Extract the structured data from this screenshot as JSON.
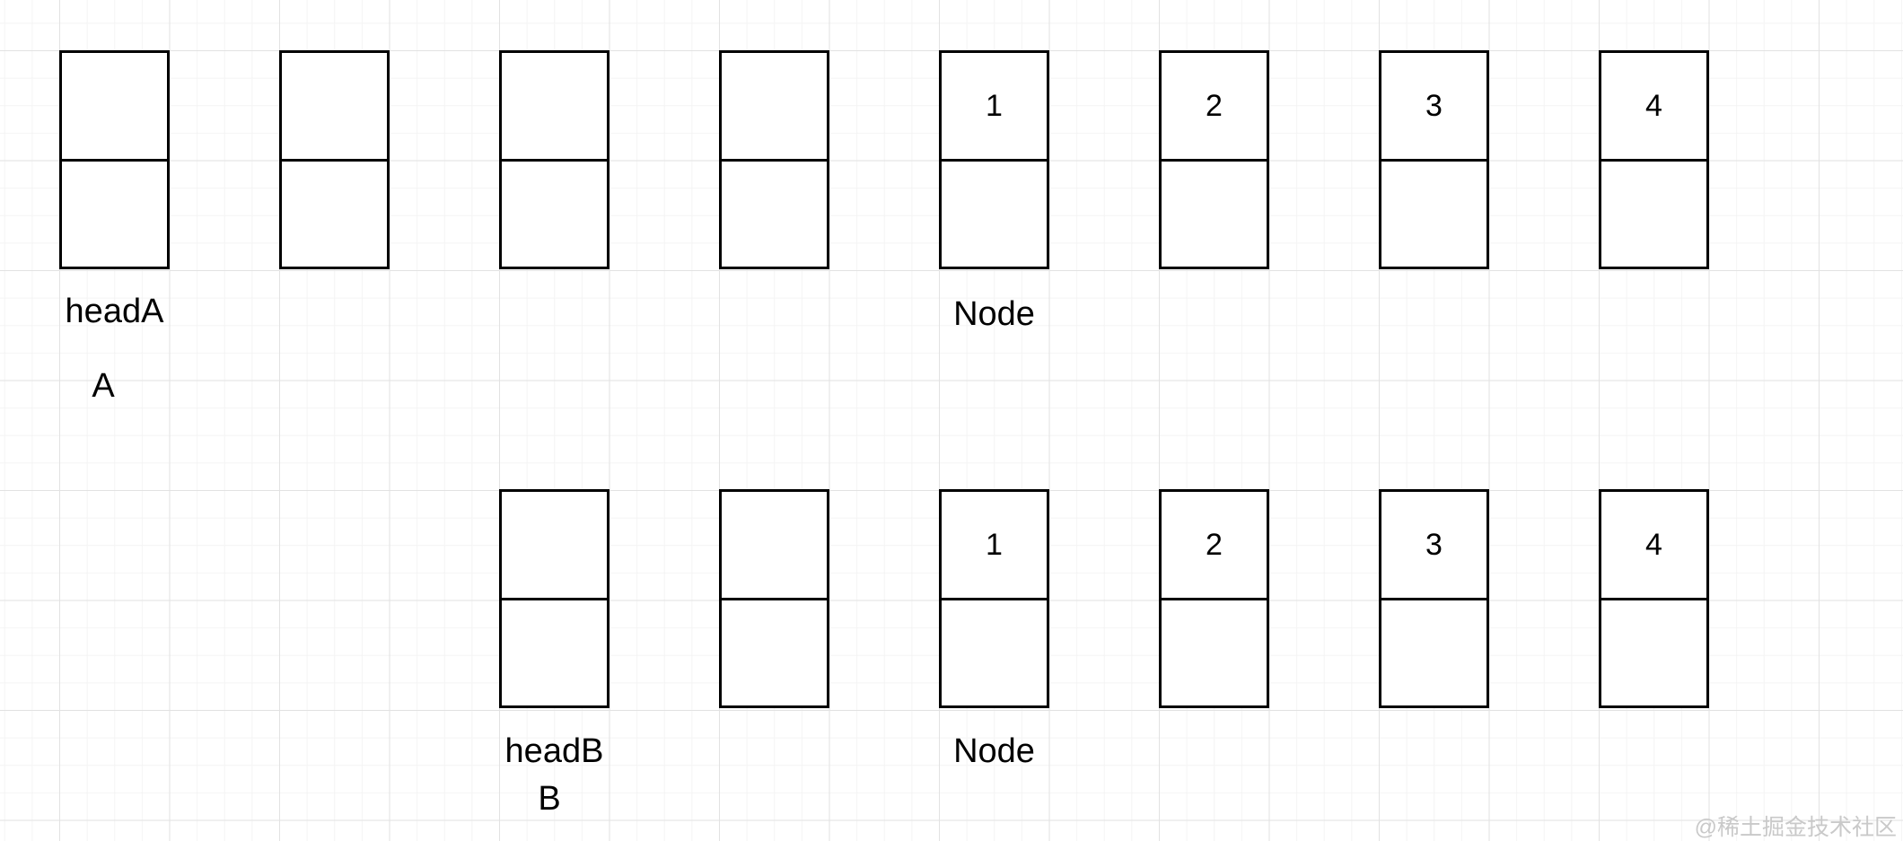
{
  "colors": {
    "background": "#ffffff",
    "node_border": "#000000",
    "label_text": "#000000",
    "grid_minor": "#f4f4f4",
    "grid_major": "#e2e2e2",
    "watermark": "#c9c9c9"
  },
  "diagram": {
    "list_a": {
      "head_label": "headA",
      "name_label": "A",
      "node_type_label": "Node",
      "nodes": [
        {
          "value": ""
        },
        {
          "value": ""
        },
        {
          "value": ""
        },
        {
          "value": ""
        },
        {
          "value": "1"
        },
        {
          "value": "2"
        },
        {
          "value": "3"
        },
        {
          "value": "4"
        }
      ]
    },
    "list_b": {
      "head_label": "headB",
      "name_label": "B",
      "node_type_label": "Node",
      "nodes": [
        {
          "value": ""
        },
        {
          "value": ""
        },
        {
          "value": "1"
        },
        {
          "value": "2"
        },
        {
          "value": "3"
        },
        {
          "value": "4"
        }
      ]
    },
    "watermark": "@稀土掘金技术社区"
  }
}
